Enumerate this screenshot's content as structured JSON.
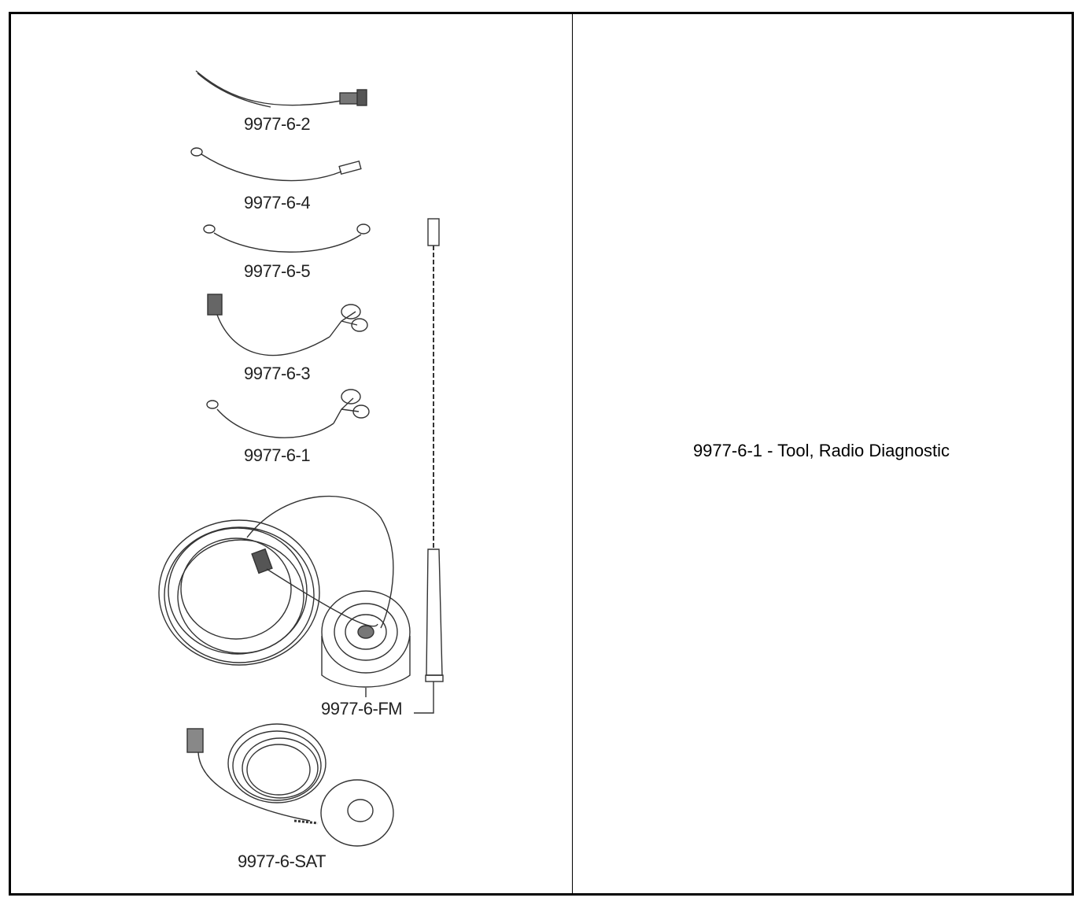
{
  "figure": {
    "parts": [
      {
        "id": "p1",
        "label": "9977-6-2"
      },
      {
        "id": "p2",
        "label": "9977-6-4"
      },
      {
        "id": "p3",
        "label": "9977-6-5"
      },
      {
        "id": "p4",
        "label": "9977-6-3"
      },
      {
        "id": "p5",
        "label": "9977-6-1"
      },
      {
        "id": "p6",
        "label": "9977-6-FM"
      },
      {
        "id": "p7",
        "label": "9977-6-SAT"
      }
    ]
  },
  "caption": {
    "text": "9977-6-1 - Tool, Radio Diagnostic"
  }
}
